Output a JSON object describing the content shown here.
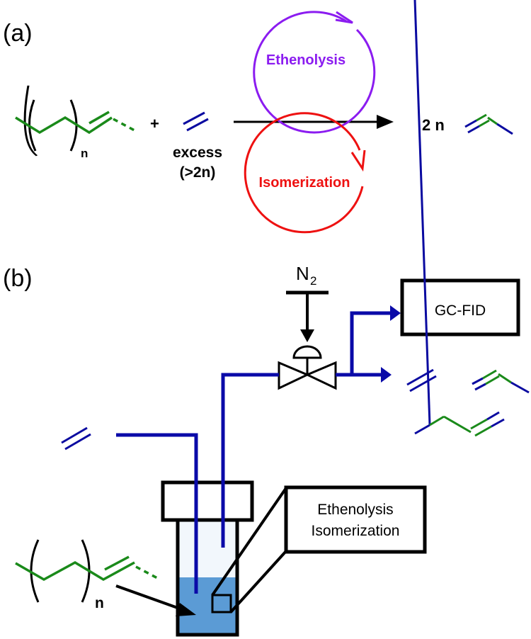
{
  "panel_a": {
    "label": "(a)",
    "repeat_subscript": "n",
    "plus": "+",
    "ethylene_note_line1": "excess",
    "ethylene_note_line2": "(>2n)",
    "cycle_top_label": "Ethenolysis",
    "cycle_bottom_label": "Isomerization",
    "product_coefficient": "2 n"
  },
  "panel_b": {
    "label": "(b)",
    "n2_label": "N",
    "n2_subscript": "2",
    "detector_label": "GC-FID",
    "callout_line1": "Ethenolysis",
    "callout_line2": "Isomerization",
    "repeat_subscript": "n"
  },
  "colors": {
    "ethenolysis": "#8b1cf0",
    "isomerization": "#ee1111",
    "polymer_chain": "#1a8a1a",
    "ethylene": "#0a0aa0",
    "flow_line": "#0a0aa8",
    "liquid": "#5b9bd5",
    "headspace": "#f2f7fc"
  }
}
